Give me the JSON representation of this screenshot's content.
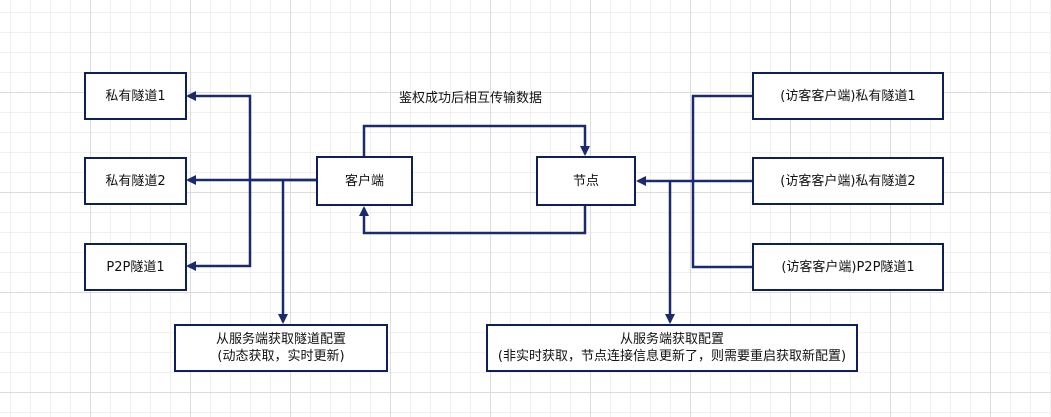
{
  "colors": {
    "stroke": "#1a2a6c",
    "box_border": "#0f1f57"
  },
  "nodes": {
    "private_tunnel_1": "私有隧道1",
    "private_tunnel_2": "私有隧道2",
    "p2p_tunnel_1": "P2P隧道1",
    "client": "客户端",
    "node": "节点",
    "visitor_private_tunnel_1": "(访客客户端)私有隧道1",
    "visitor_private_tunnel_2": "(访客客户端)私有隧道2",
    "visitor_p2p_tunnel_1": "(访客客户端)P2P隧道1",
    "client_config_line1": "从服务端获取隧道配置",
    "client_config_line2": "(动态获取，实时更新)",
    "node_config_line1": "从服务端获取配置",
    "node_config_line2": "(非实时获取，节点连接信息更新了，则需要重启获取新配置)"
  },
  "edge_labels": {
    "auth_exchange": "鉴权成功后相互传输数据"
  }
}
